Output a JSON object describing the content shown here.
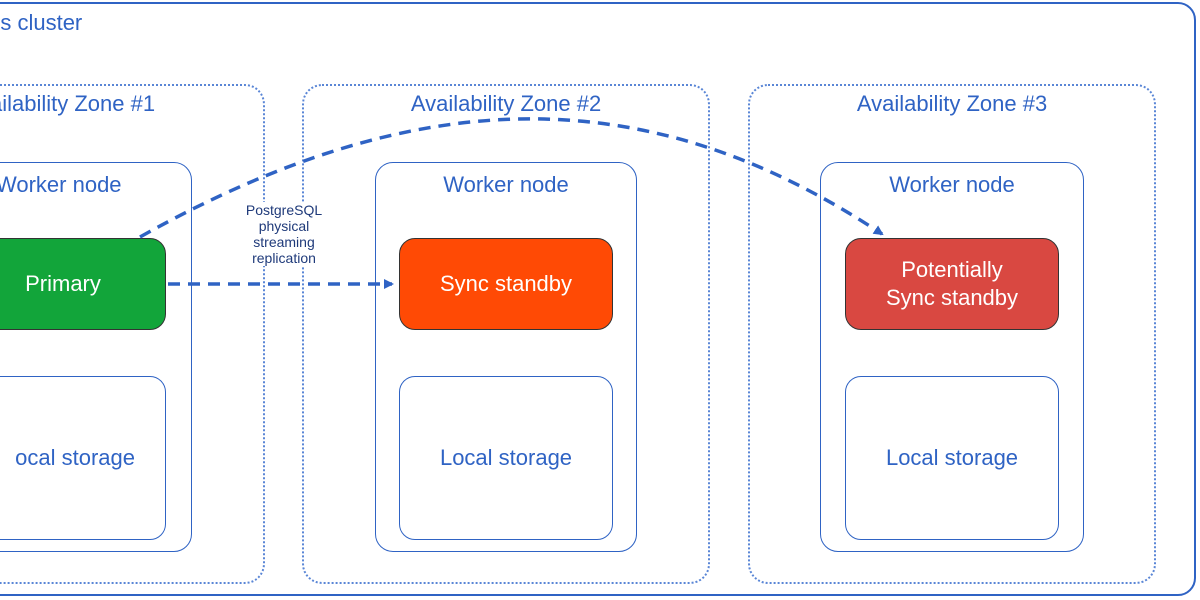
{
  "cluster": {
    "title": "tes cluster"
  },
  "zones": [
    {
      "title": "ailability Zone #1",
      "worker": {
        "title": "Worker node",
        "db": {
          "label_lines": [
            "Primary"
          ],
          "color": "#12a53a"
        },
        "storage": {
          "label": "ocal storage"
        }
      }
    },
    {
      "title": "Availability Zone #2",
      "worker": {
        "title": "Worker node",
        "db": {
          "label_lines": [
            "Sync standby"
          ],
          "color": "#ff4a05"
        },
        "storage": {
          "label": "Local storage"
        }
      }
    },
    {
      "title": "Availability Zone #3",
      "worker": {
        "title": "Worker node",
        "db": {
          "label_lines": [
            "Potentially",
            "Sync standby"
          ],
          "color": "#d94841"
        },
        "storage": {
          "label": "Local storage"
        }
      }
    }
  ],
  "replication": {
    "label_lines": [
      "PostgreSQL",
      "physical",
      "streaming",
      "replication"
    ]
  },
  "colors": {
    "line": "#2f63c4",
    "arrow": "#2f63c4"
  }
}
